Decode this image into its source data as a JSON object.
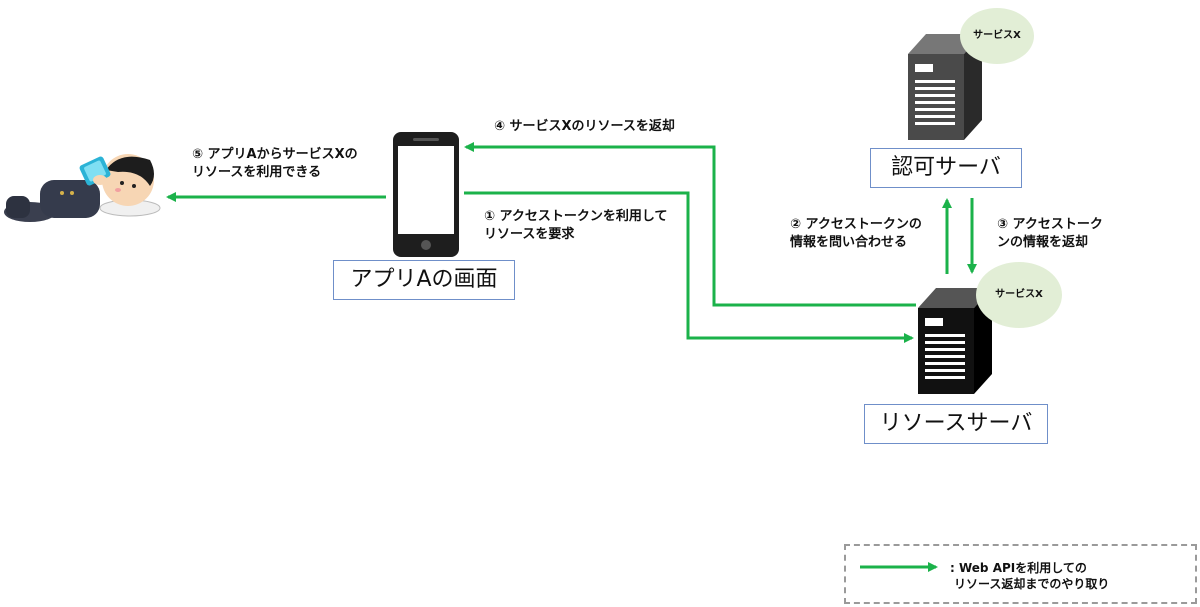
{
  "labels": {
    "app_screen": "アプリAの画面",
    "auth_server": "認可サーバ",
    "resource_server": "リソースサーバ",
    "service_x_top": "サービスX",
    "service_x_bottom": "サービスX"
  },
  "steps": {
    "step1_line1": "① アクセストークンを利用して",
    "step1_line2": "リソースを要求",
    "step2_line1": "② アクセストークンの",
    "step2_line2": "情報を問い合わせる",
    "step3_line1": "③ アクセストーク",
    "step3_line2": "ンの情報を返却",
    "step4": "④ サービスXのリソースを返却",
    "step5_line1": "⑤ アプリAからサービスXの",
    "step5_line2": "リソースを利用できる"
  },
  "legend": {
    "line1": ": Web APIを利用しての",
    "line2": "リソース返却までのやり取り"
  },
  "colors": {
    "arrow": "#1bb24a",
    "box_border": "#6f8fc9",
    "bubble": "#e2eed6"
  }
}
